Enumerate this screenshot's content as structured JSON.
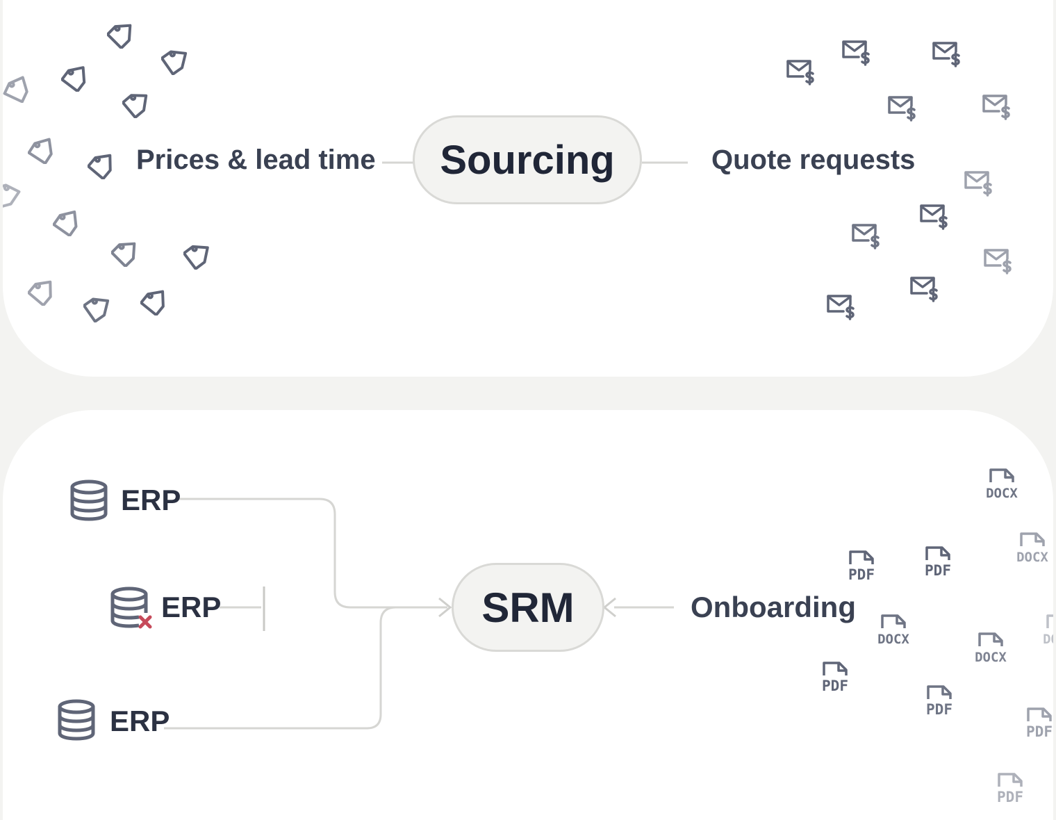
{
  "sourcing": {
    "node_label": "Sourcing",
    "left_label": "Prices & lead time",
    "right_label": "Quote requests",
    "left_icon": "price-tag-icon",
    "right_icon": "mail-dollar-icon"
  },
  "srm": {
    "node_label": "SRM",
    "erp_labels": [
      "ERP",
      "ERP",
      "ERP"
    ],
    "erp_icon": "database-icon",
    "erp_error_icon": "database-error-icon",
    "onboarding_label": "Onboarding",
    "pdf_label": "PDF",
    "docx_label": "DOCX"
  },
  "colors": {
    "background": "#f3f3f1",
    "panel": "#ffffff",
    "icon_stroke": "#5f6577",
    "connector": "#d6d6d3",
    "error_mark": "#c64a5a",
    "text": "#2b3142"
  }
}
